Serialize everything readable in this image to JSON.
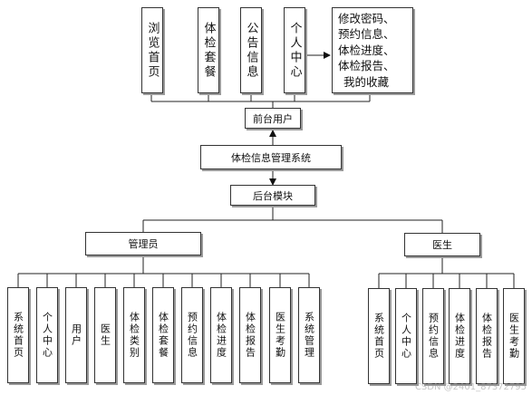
{
  "system": {
    "title": "体检信息管理系统"
  },
  "frontend": {
    "label": "前台用户",
    "modules": [
      "浏览首页",
      "体检套餐",
      "公告信息",
      "个人中心"
    ],
    "extra_lines": [
      "修改密码、",
      "预约信息、",
      "体检进度、",
      "体检报告、",
      "我的收藏"
    ]
  },
  "backend": {
    "label": "后台模块"
  },
  "roles": {
    "admin": {
      "label": "管理员",
      "modules": [
        "系统首页",
        "个人中心",
        "用户",
        "医生",
        "体检类别",
        "体检套餐",
        "预约信息",
        "体检进度",
        "体检报告",
        "医生考勤",
        "系统管理"
      ]
    },
    "doctor": {
      "label": "医生",
      "modules": [
        "系统首页",
        "个人中心",
        "预约信息",
        "体检进度",
        "体检报告",
        "医生考勤"
      ]
    }
  },
  "watermark": "CSDN @2401_87372795"
}
